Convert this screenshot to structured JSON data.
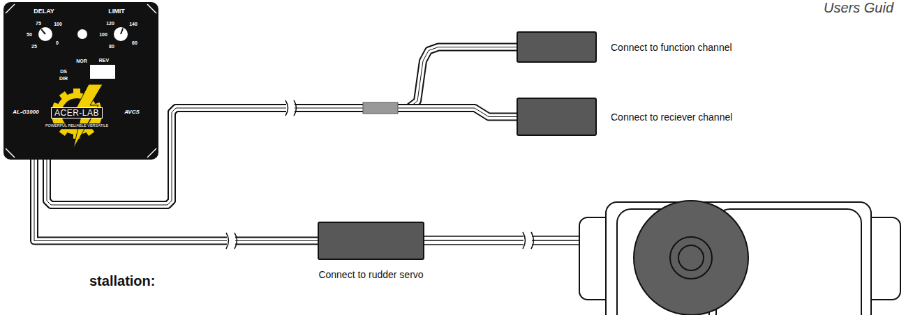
{
  "diagram": {
    "nodes": [
      {
        "text": [
          "DELAY",
          "75",
          "100",
          "50",
          "0",
          "25",
          "LIMIT",
          "120",
          "140",
          "100",
          "60",
          "80",
          "NOR",
          "REV",
          "DS",
          "DIR",
          "AL-G1000",
          "AVCS",
          "POWERFUL RELIABLE VERSATILE"
        ]
      },
      {
        "text": [
          "ACER-LAB"
        ],
        "in": 0
      },
      {
        "text": [
          "Connect to function channel"
        ]
      },
      {
        "text": [
          "Connect to reciever channel"
        ]
      },
      {
        "text": [
          "Connect to rudder servo"
        ]
      }
    ],
    "edges": [
      {
        "from": 0,
        "to": 2,
        "arrow": "none"
      },
      {
        "from": 0,
        "to": 3,
        "arrow": "none"
      },
      {
        "from": 0,
        "to": 4,
        "arrow": "none"
      }
    ],
    "labels": [
      "Users Guid",
      "stallation:"
    ]
  }
}
